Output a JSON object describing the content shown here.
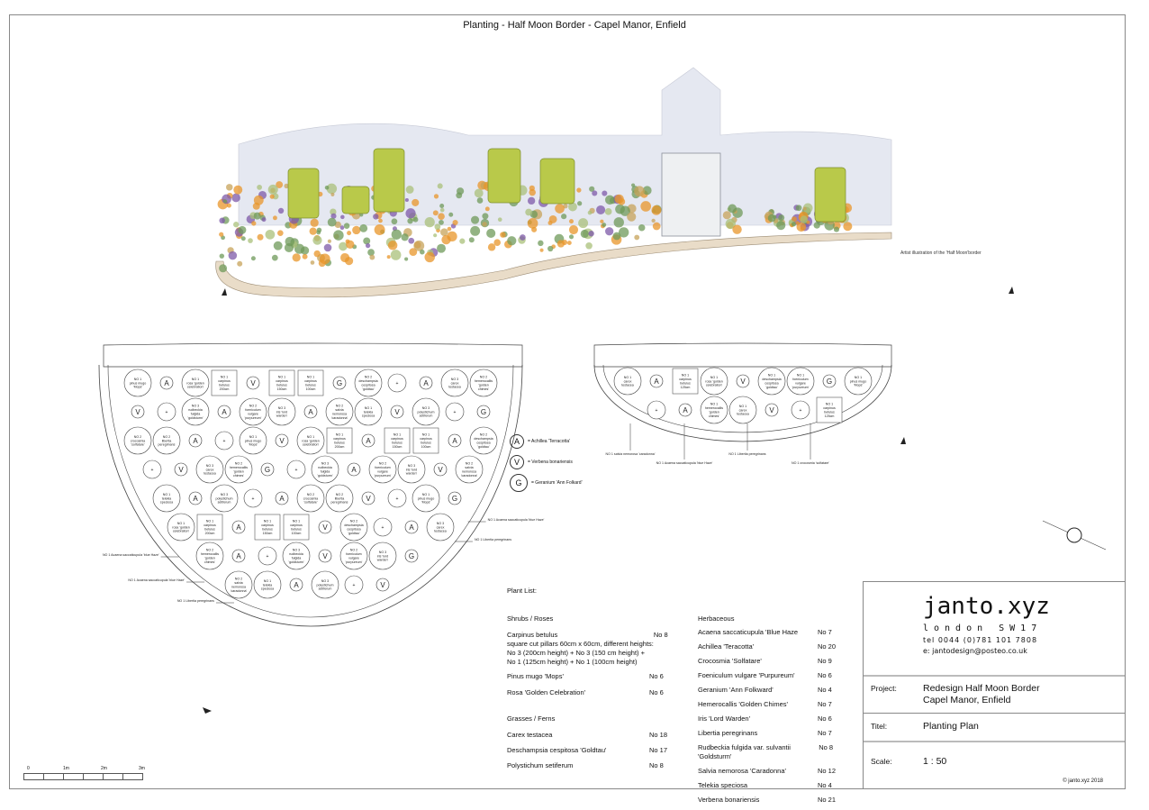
{
  "title": "Planting -  Half Moon Border - Capel Manor, Enfield",
  "illustration_caption": "Artist illustration of the 'Half Moon'border",
  "legend": [
    {
      "symbol": "A",
      "label": "= Achillea 'Terracotta'"
    },
    {
      "symbol": "V",
      "label": "= Verbena bonariensis"
    },
    {
      "symbol": "G",
      "label": "= Geranium 'Ann Folkard'"
    }
  ],
  "plant_list": {
    "heading": "Plant List:",
    "groups": [
      {
        "name": "Shrubs / Roses",
        "items": [
          {
            "name": "Carpinus betulus\nsquare cut pillars 60cm x 60cm, different heights:\nNo 3 (200cm height) + No 3 (150 cm height) +\nNo 1 (125cm height) + No 1 (100cm height)",
            "qty": "No  8"
          },
          {
            "name": "Pinus mugo  'Mops'",
            "qty": "No  6"
          },
          {
            "name": "Rosa 'Golden Celebration'",
            "qty": "No  6"
          }
        ]
      },
      {
        "name": "Grasses / Ferns",
        "items": [
          {
            "name": "Carex testacea",
            "qty": "No 18"
          },
          {
            "name": "Deschampsia cespitosa 'Goldtau'",
            "qty": "No 17"
          },
          {
            "name": "Polystichum setiferum",
            "qty": "No  8"
          }
        ]
      },
      {
        "name": "Herbaceous",
        "items": [
          {
            "name": "Acaena saccaticupula 'Blue Haze",
            "qty": "No  7"
          },
          {
            "name": "Achillea 'Teracotta'",
            "qty": "No 20"
          },
          {
            "name": "Crocosmia 'Solfatare'",
            "qty": "No  9"
          },
          {
            "name": "Foeniculum vulgare  'Purpureum'",
            "qty": "No  6"
          },
          {
            "name": "Geranium 'Ann Folkward'",
            "qty": "No  4"
          },
          {
            "name": "Hemerocallis 'Golden Chimes'",
            "qty": "No  7"
          },
          {
            "name": "Iris 'Lord Warden'",
            "qty": "No  6"
          },
          {
            "name": "Libertia peregrinans",
            "qty": "No  7"
          },
          {
            "name": "Rudbeckia fulgida var. sulvantii 'Goldsturm'",
            "qty": "No  8"
          },
          {
            "name": "Salvia nemorosa 'Caradonna'",
            "qty": "No 12"
          },
          {
            "name": "Telekia speciosa",
            "qty": "No  4"
          },
          {
            "name": "Verbena bonariensis",
            "qty": "No 21"
          }
        ]
      }
    ]
  },
  "title_block": {
    "brand": "janto.xyz",
    "city": "london SW17",
    "tel": "tel  0044 (0)781 101 7808",
    "email": "e: jantodesign@posteo.co.uk",
    "project_label": "Project:",
    "project_line1": "Redesign Half Moon Border",
    "project_line2": "Capel Manor, Enfield",
    "title_label": "Titel:",
    "title_value": "Planting Plan",
    "scale_label": "Scale:",
    "scale_value": "1 : 50",
    "copyright": "© janto.xyz 2018"
  },
  "scale_bar": {
    "ticks": [
      "0",
      "1m",
      "2m",
      "3m"
    ]
  },
  "north_label": "N",
  "plan_labels": {
    "big": [
      "NO 1 pinus mugo 'Mops'",
      "NO 1 rosa 'golden celebration'",
      "NO 1 carpinus betulus 200cm",
      "NO 1 carpinus betulus 150cm",
      "NO 1 carpinus betulus 100cm",
      "NO 2 deschampsia cespitosa 'goldtau'",
      "NO 3 carex testacea",
      "NO 2 hemerocallis 'golden chimes'",
      "NO 3 rudbeckia fulgida 'goldsturm'",
      "NO 2 foeniculum vulgare 'purpureum'",
      "NO 3 iris 'lord warden'",
      "NO 2 salvia nemorosa 'caradonna'",
      "NO 1 telekia speciosa",
      "NO 3 polystichum setiferum",
      "NO 2 crocosmia 'solfatare'",
      "NO 2 libertia peregrinans"
    ],
    "small": [
      "NO 1 carex testacea",
      "NO 1 carpinus betulus 125cm",
      "NO 1 rosa 'golden celebration'",
      "NO 1 deschampsia cespitosa 'goldtau'",
      "NO 1 foeniculum vulgare 'purpureum'",
      "NO 1 pinus mugo 'Mops'",
      "NO 1 hemerocallis 'golden chimes'"
    ],
    "leaders": [
      "NO 1 Acaena saccaticupula 'blue Haze'",
      "NO 1 Libertia peregrinans",
      "NO 1 salvia nemorosa 'caradonna'",
      "NO 1 crocosmia 'solfatare'"
    ]
  },
  "colors": {
    "wall": "#dfe3ee",
    "topiary": "#b9c94a",
    "orange": "#e8962a",
    "purple": "#7d5aa8",
    "foliage": "#6f9a5a"
  }
}
